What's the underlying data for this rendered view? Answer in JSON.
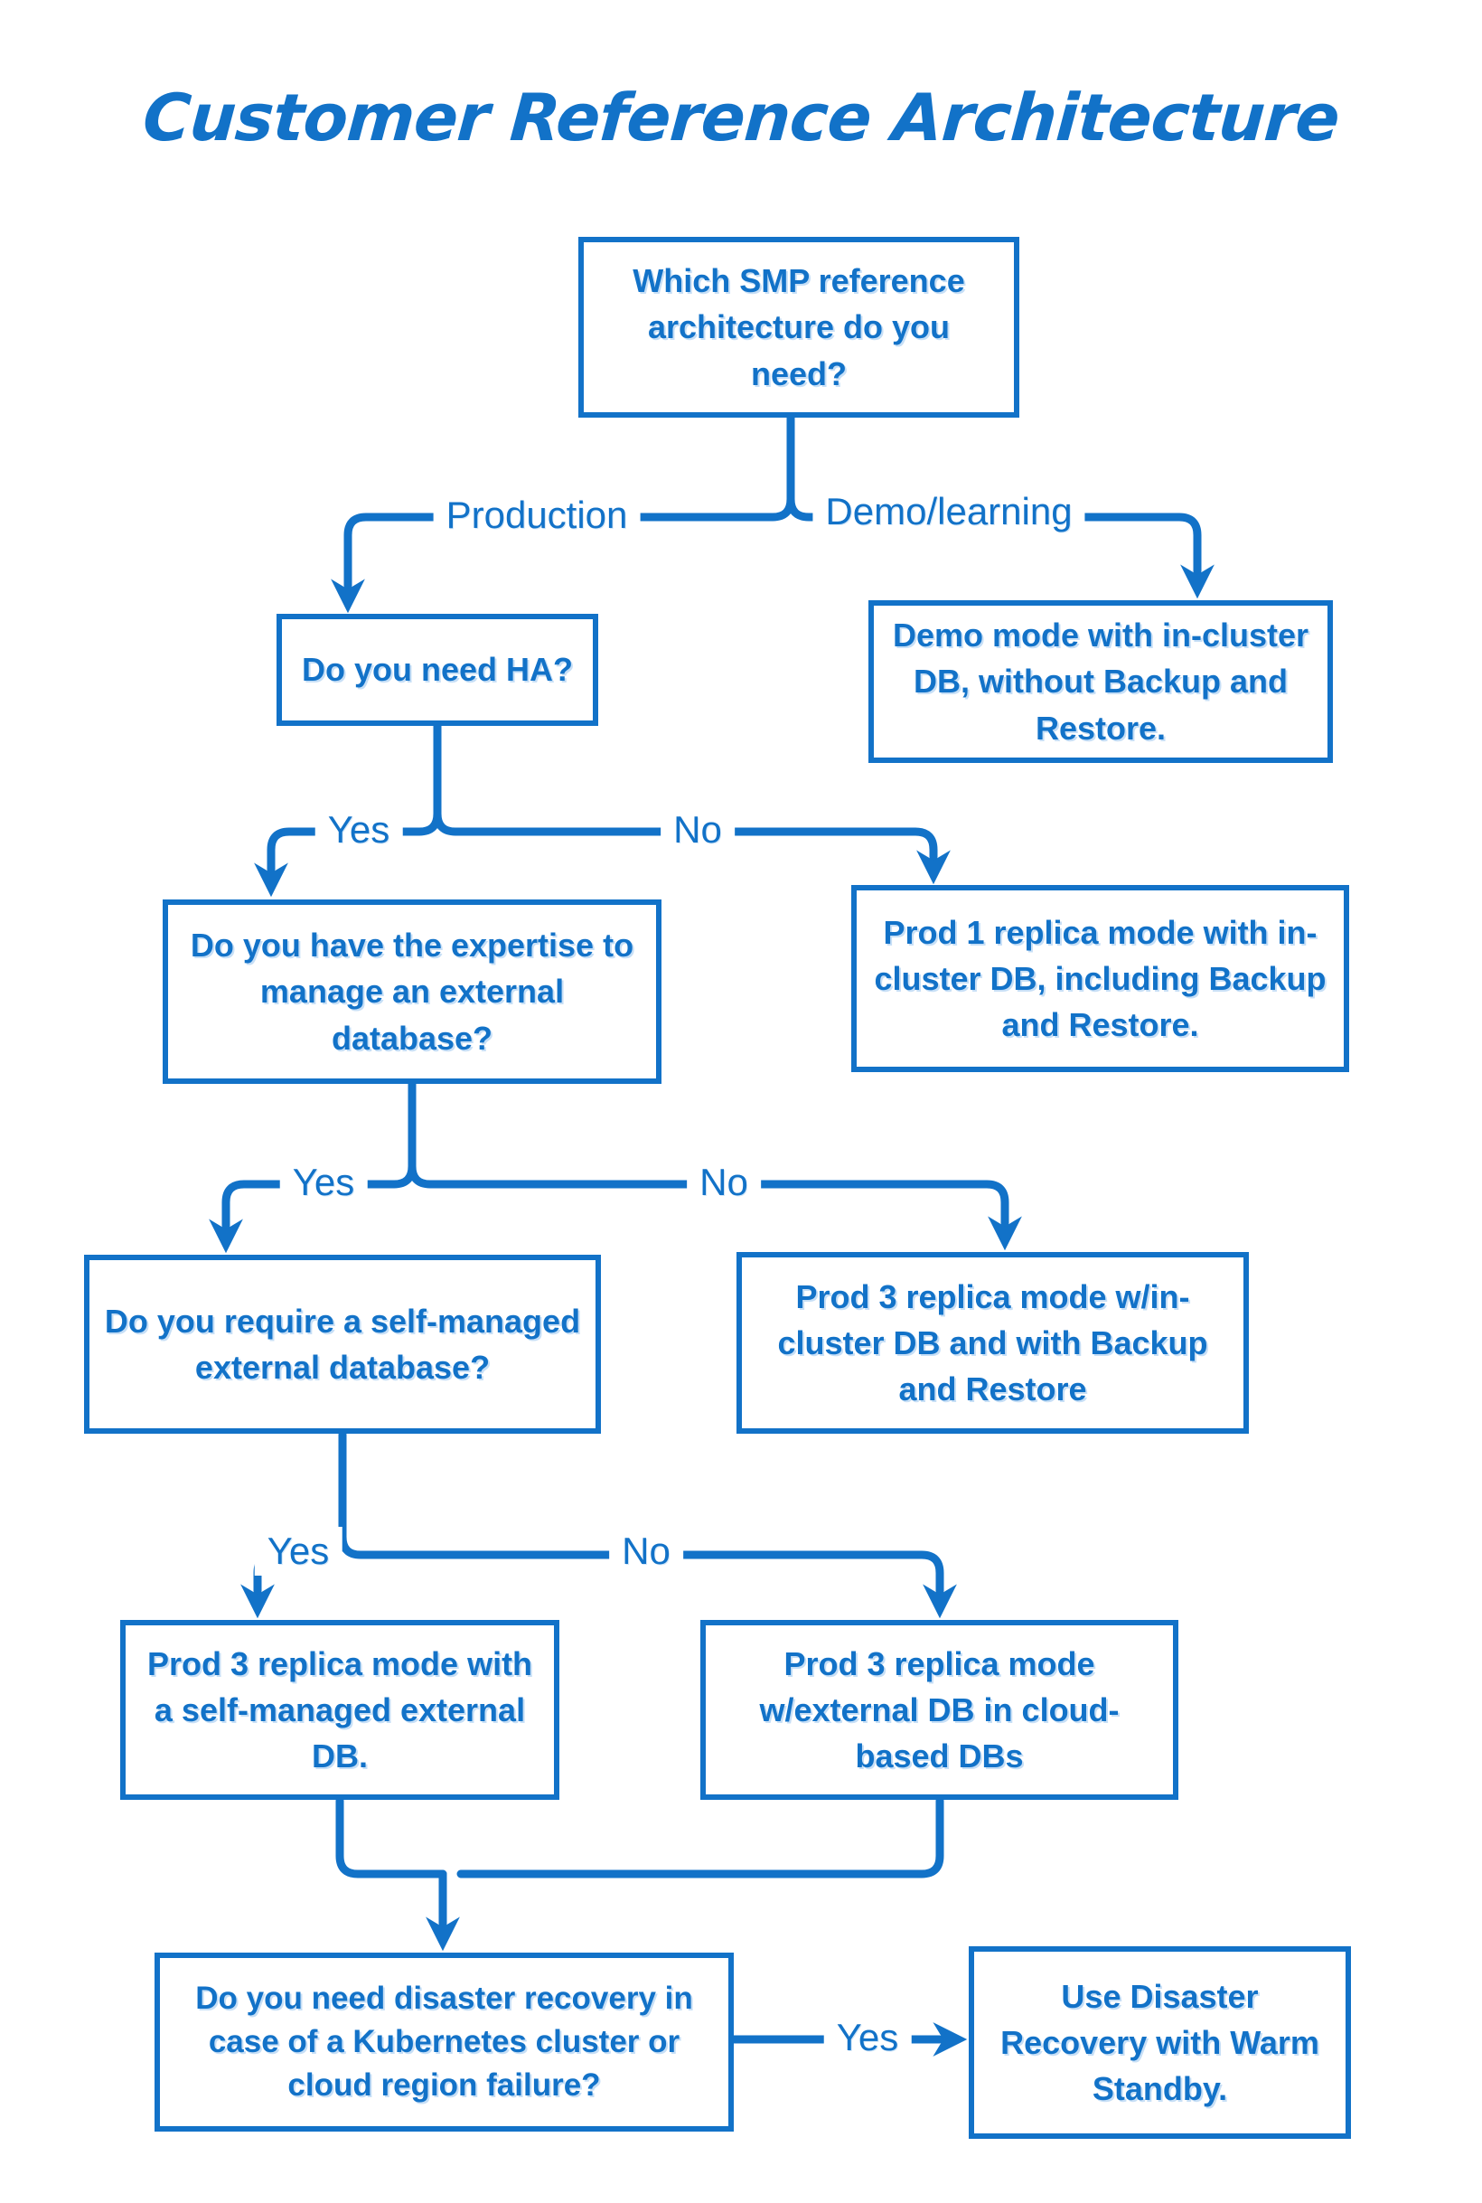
{
  "title": "Customer Reference Architecture",
  "colors": {
    "primary_blue": "#1272C8",
    "background": "#FFFFFF"
  },
  "nodes": {
    "root_question": "Which SMP reference architecture do you need?",
    "demo_result": "Demo mode with in-cluster DB, without Backup and Restore.",
    "ha_question": "Do you need HA?",
    "prod1_result": "Prod 1 replica mode with in-cluster DB, including Backup and Restore.",
    "expertise_question": "Do you have the expertise to manage an external database?",
    "prod3_incluster_result": "Prod 3 replica mode w/in-cluster DB and with Backup and Restore",
    "self_managed_question": "Do you require a self-managed external database?",
    "prod3_self_managed_result": "Prod 3 replica mode with a self-managed external DB.",
    "prod3_cloud_result": "Prod 3 replica mode w/external DB in cloud-based DBs",
    "dr_question": "Do you need disaster recovery in case of a Kubernetes cluster or cloud region failure?",
    "warm_standby_result": "Use Disaster Recovery with Warm Standby."
  },
  "edge_labels": {
    "production": "Production",
    "demo_learning": "Demo/learning",
    "ha_yes": "Yes",
    "ha_no": "No",
    "expertise_yes": "Yes",
    "expertise_no": "No",
    "self_managed_yes": "Yes",
    "self_managed_no": "No",
    "dr_yes": "Yes"
  }
}
